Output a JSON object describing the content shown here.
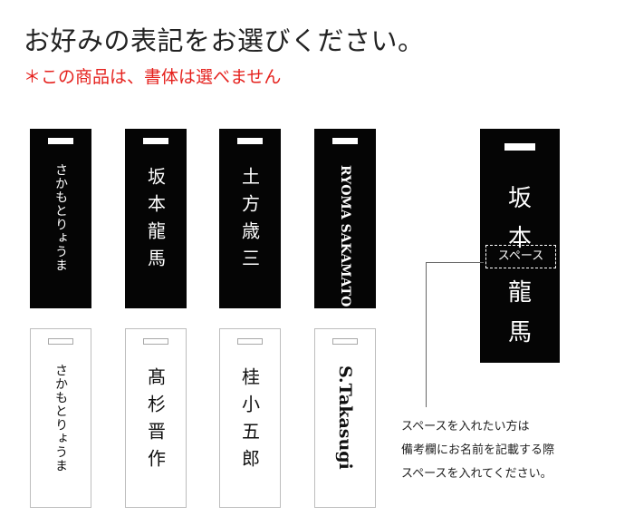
{
  "header": {
    "title": "お好みの表記をお選びください。",
    "note": "＊この商品は、書体は選べません"
  },
  "tags_dark": [
    {
      "text": "さかもとりょうま"
    },
    {
      "text": "坂本龍馬"
    },
    {
      "text": "土方歳三"
    },
    {
      "text": "RYOMA SAKAMATO"
    }
  ],
  "tags_light": [
    {
      "text": "さかもとりょうま"
    },
    {
      "text": "髙杉晋作"
    },
    {
      "text": "桂小五郎"
    },
    {
      "text": "S.Takasugi"
    }
  ],
  "example": {
    "chars_top": [
      "坂",
      "本"
    ],
    "space_label": "スペース",
    "chars_bottom": [
      "龍",
      "馬"
    ]
  },
  "description": {
    "line1": "スペースを入れたい方は",
    "line2": "備考欄にお名前を記載する際",
    "line3": "スペースを入れてください。"
  },
  "colors": {
    "note": "#e5211d",
    "tag_dark": "#050505",
    "tag_light_border": "#bdbdbd"
  }
}
